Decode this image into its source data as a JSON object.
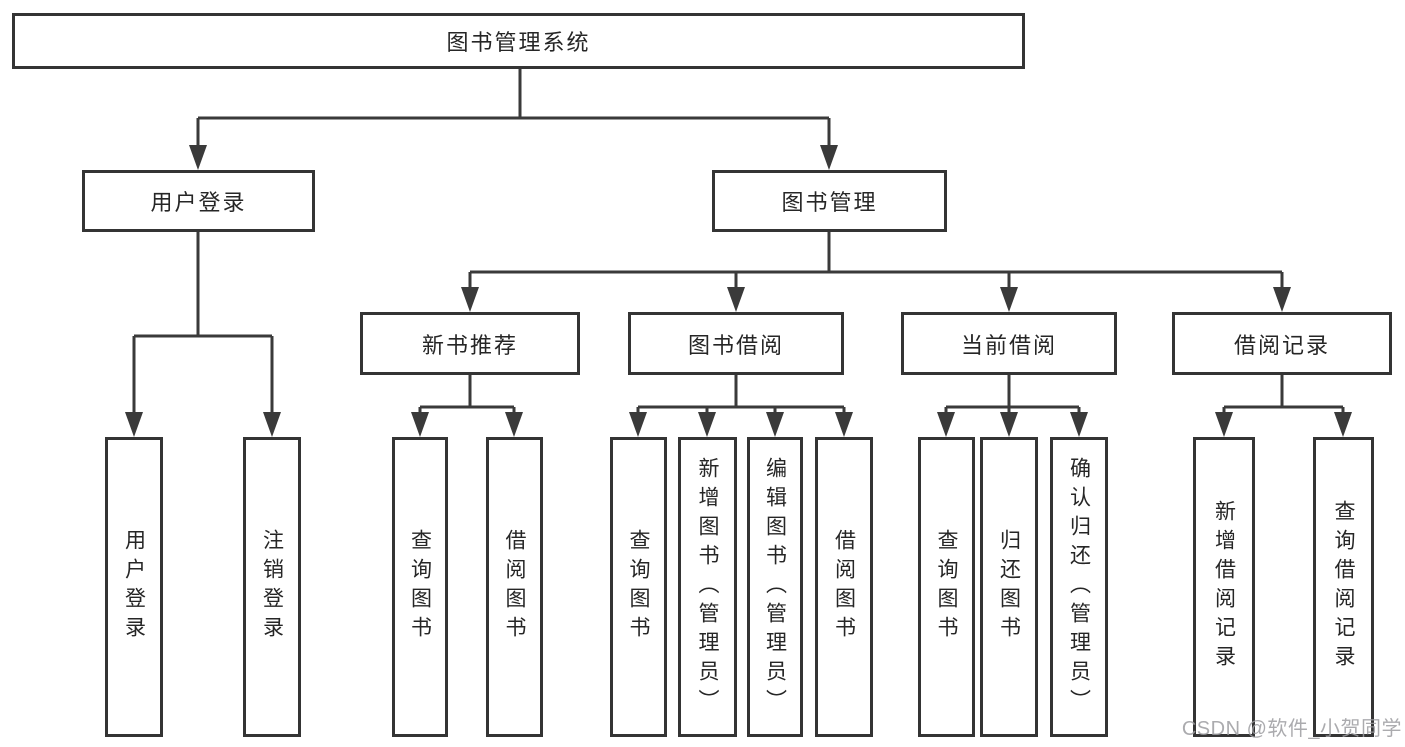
{
  "diagram": {
    "root": {
      "label": "图书管理系统"
    },
    "level2": [
      {
        "label": "用户登录",
        "parent": "图书管理系统"
      },
      {
        "label": "图书管理",
        "parent": "图书管理系统"
      }
    ],
    "level3": [
      {
        "label": "新书推荐",
        "parent": "图书管理"
      },
      {
        "label": "图书借阅",
        "parent": "图书管理"
      },
      {
        "label": "当前借阅",
        "parent": "图书管理"
      },
      {
        "label": "借阅记录",
        "parent": "图书管理"
      }
    ],
    "leaves": [
      {
        "label": "用户登录",
        "parent": "用户登录"
      },
      {
        "label": "注销登录",
        "parent": "用户登录"
      },
      {
        "label": "查询图书",
        "parent": "新书推荐"
      },
      {
        "label": "借阅图书",
        "parent": "新书推荐"
      },
      {
        "label": "查询图书",
        "parent": "图书借阅"
      },
      {
        "label": "新增图书（管理员）",
        "parent": "图书借阅"
      },
      {
        "label": "编辑图书（管理员）",
        "parent": "图书借阅"
      },
      {
        "label": "借阅图书",
        "parent": "图书借阅"
      },
      {
        "label": "查询图书",
        "parent": "当前借阅"
      },
      {
        "label": "归还图书",
        "parent": "当前借阅"
      },
      {
        "label": "确认归还（管理员）",
        "parent": "当前借阅"
      },
      {
        "label": "新增借阅记录",
        "parent": "借阅记录"
      },
      {
        "label": "查询借阅记录",
        "parent": "借阅记录"
      }
    ]
  },
  "watermark": {
    "text": "CSDN @软件_小贺同学"
  },
  "colors": {
    "line": "#3a3a3a",
    "box_border": "#343434",
    "text": "#262626",
    "watermark": "#9d9da1",
    "background": "#ffffff"
  }
}
